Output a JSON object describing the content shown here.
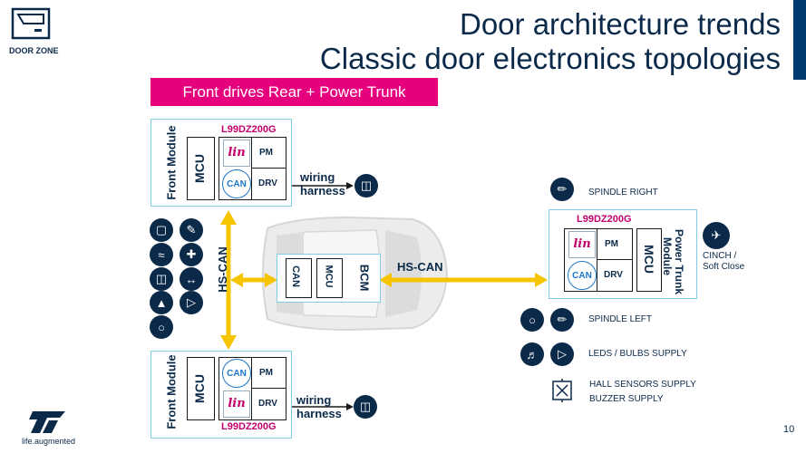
{
  "header": {
    "logo_text": "DOOR ZONE",
    "title_line1": "Door architecture trends",
    "title_line2": "Classic door electronics topologies"
  },
  "banner": "Front drives Rear + Power Trunk",
  "front_top": {
    "module_label": "Front Module",
    "chip": "L99DZ200G",
    "mcu": "MCU",
    "lin": "lin",
    "can": "CAN",
    "pm": "PM",
    "drv": "DRV",
    "wiring_line1": "wiring",
    "wiring_line2": "harness"
  },
  "front_bottom": {
    "module_label": "Front Module",
    "chip": "L99DZ200G",
    "mcu": "MCU",
    "lin": "lin",
    "can": "CAN",
    "pm": "PM",
    "drv": "DRV",
    "wiring_line1": "wiring",
    "wiring_line2": "harness"
  },
  "bus": {
    "hs_can_vertical": "HS-CAN",
    "hs_can_horizontal": "HS-CAN"
  },
  "bcm": {
    "label": "BCM",
    "mcu": "MCU",
    "can": "CAN"
  },
  "trunk": {
    "module_label_line1": "Power Trunk",
    "module_label_line2": "Module",
    "chip": "L99DZ200G",
    "mcu": "MCU",
    "lin": "lin",
    "can": "CAN",
    "pm": "PM",
    "drv": "DRV",
    "cinch_line1": "CINCH /",
    "cinch_line2": "Soft Close"
  },
  "labels": {
    "spindle_right": "SPINDLE RIGHT",
    "spindle_left": "SPINDLE LEFT",
    "leds": "LEDS / BULBS SUPPLY",
    "hall": "HALL SENSORS SUPPLY",
    "buzzer": "BUZZER SUPPLY"
  },
  "footer": {
    "tagline": "life.augmented",
    "page_number": "10"
  },
  "colors": {
    "navy": "#0b2a4a",
    "magenta": "#e6007e",
    "yellow": "#f6c400",
    "cyan_border": "#7fcde6"
  }
}
